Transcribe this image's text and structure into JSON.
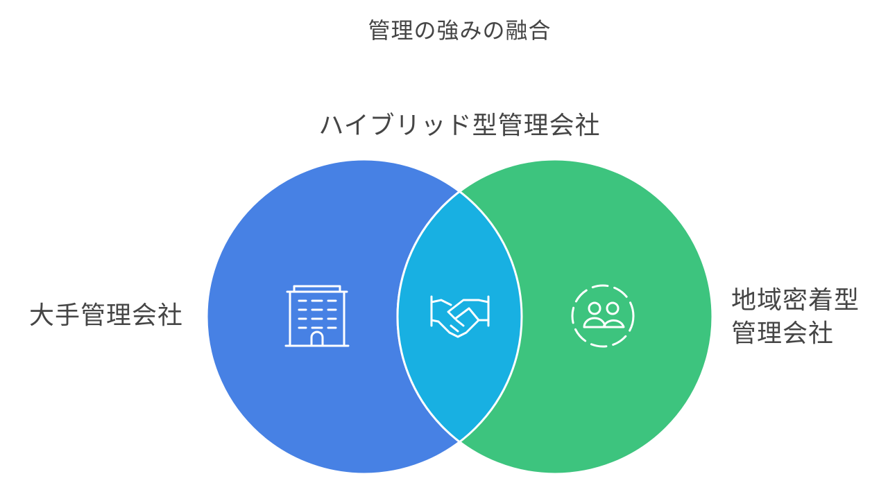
{
  "title": "管理の強みの融合",
  "overlap_label": "ハイブリッド型管理会社",
  "left_set": {
    "label": "大手管理会社",
    "icon": "office-building-icon",
    "color": "#4781E4"
  },
  "right_set": {
    "label_line1": "地域密着型",
    "label_line2": "管理会社",
    "icon": "community-people-icon",
    "color": "#3DC47E"
  },
  "intersection": {
    "icon": "handshake-icon",
    "color": "#18B0E2"
  }
}
